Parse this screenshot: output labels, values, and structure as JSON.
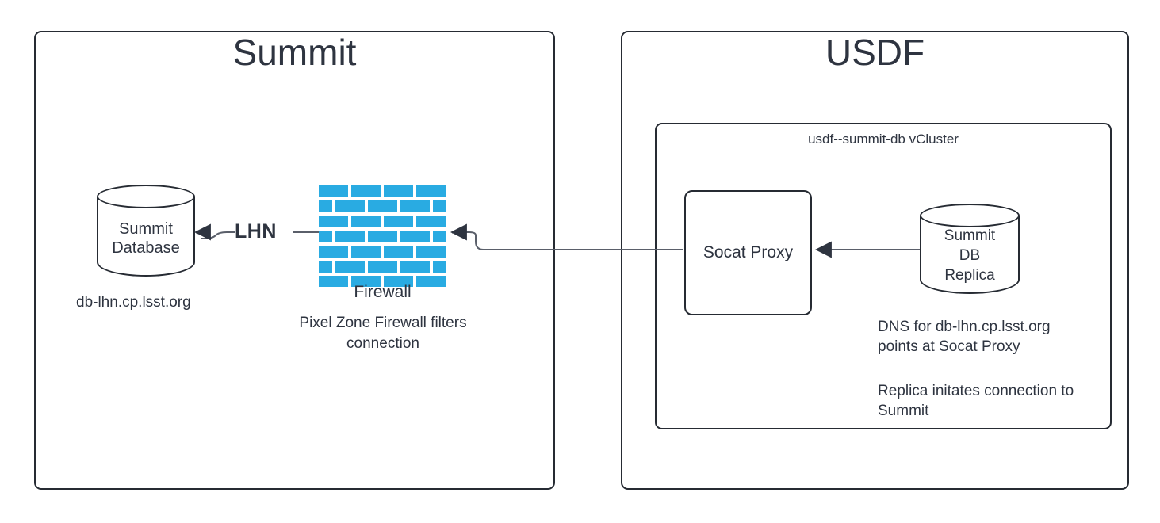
{
  "diagram": {
    "zones": [
      {
        "id": "summit",
        "title": "Summit"
      },
      {
        "id": "usdf",
        "title": "USDF"
      }
    ],
    "vcluster": {
      "title": "usdf--summit-db vCluster"
    },
    "nodes": {
      "summit_database": {
        "label": "Summit\nDatabase",
        "hostname": "db-lhn.cp.lsst.org"
      },
      "firewall": {
        "caption": "Firewall",
        "note": "Pixel Zone Firewall filters\nconnection",
        "color": "#29ABE2"
      },
      "socat_proxy": {
        "label": "Socat Proxy"
      },
      "summit_db_replica": {
        "label": "Summit\nDB\nReplica"
      }
    },
    "notes": {
      "dns": "DNS for db-lhn.cp.lsst.org\npoints at Socat Proxy",
      "replica": "Replica initates connection to\nSummit"
    },
    "edges": {
      "lhn_label": "LHN"
    },
    "colors": {
      "stroke": "#262b33",
      "text": "#2e3440",
      "brick": "#29ABE2",
      "connector": "#5a5f6a",
      "background": "#ffffff"
    }
  }
}
